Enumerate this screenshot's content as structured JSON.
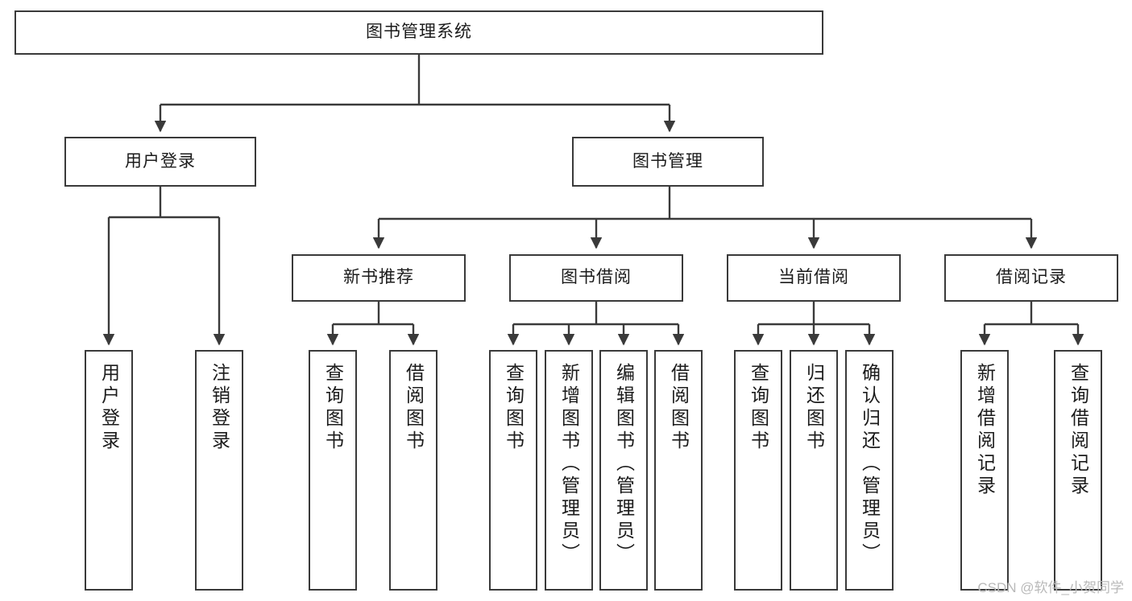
{
  "diagram": {
    "title": "图书管理系统",
    "type": "tree-hierarchy",
    "watermark": "CSDN @软件_小贺同学",
    "theme": {
      "background": "#ffffff",
      "node_border": "#3a3a3a",
      "node_fill": "#ffffff",
      "edge_color": "#3a3a3a",
      "text_color": "#1b1b1b",
      "watermark_color": "#b9b9b9"
    },
    "nodes": {
      "root": {
        "label": "图书管理系统"
      },
      "level2": [
        {
          "id": "user-login",
          "label": "用户登录"
        },
        {
          "id": "book-manage",
          "label": "图书管理"
        }
      ],
      "level3": [
        {
          "id": "new-book-recommend",
          "label": "新书推荐"
        },
        {
          "id": "book-borrow",
          "label": "图书借阅"
        },
        {
          "id": "current-borrow",
          "label": "当前借阅"
        },
        {
          "id": "borrow-record",
          "label": "借阅记录"
        }
      ],
      "leaves": {
        "user_login": [
          {
            "id": "leaf-user-login",
            "label": "用户登录"
          },
          {
            "id": "leaf-logout",
            "label": "注销登录"
          }
        ],
        "new_book_recommend": [
          {
            "id": "leaf-query-book-1",
            "label": "查询图书"
          },
          {
            "id": "leaf-borrow-book-1",
            "label": "借阅图书"
          }
        ],
        "book_borrow": [
          {
            "id": "leaf-query-book-2",
            "label": "查询图书"
          },
          {
            "id": "leaf-add-book",
            "label": "新增图书（管理员）"
          },
          {
            "id": "leaf-edit-book",
            "label": "编辑图书（管理员）"
          },
          {
            "id": "leaf-borrow-book-2",
            "label": "借阅图书"
          }
        ],
        "current_borrow": [
          {
            "id": "leaf-query-book-3",
            "label": "查询图书"
          },
          {
            "id": "leaf-return-book",
            "label": "归还图书"
          },
          {
            "id": "leaf-confirm-return",
            "label": "确认归还（管理员）"
          }
        ],
        "borrow_record": [
          {
            "id": "leaf-add-record",
            "label": "新增借阅记录"
          },
          {
            "id": "leaf-query-record",
            "label": "查询借阅记录"
          }
        ]
      }
    }
  }
}
